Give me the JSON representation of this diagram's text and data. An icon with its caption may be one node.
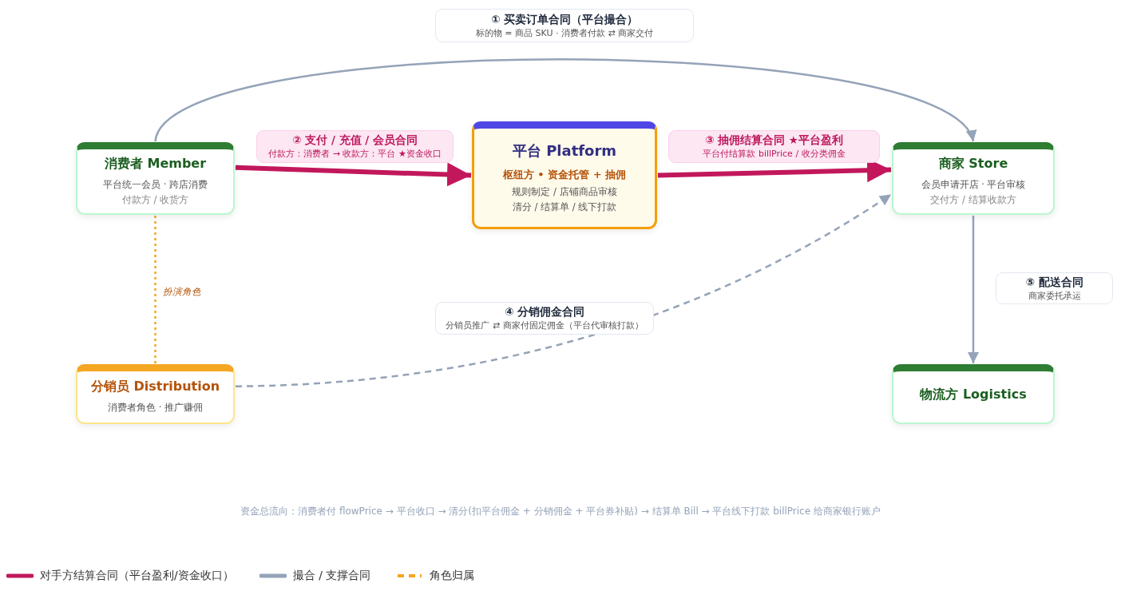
{
  "diagram": {
    "nodes": [
      {
        "text": [
          "消费者 Member",
          "平台统一会员 · 跨店消费",
          "付款方 / 收货方"
        ]
      },
      {
        "text": [
          "平台 Platform",
          "枢纽方 • 资金托管 + 抽佣",
          "规则制定 / 店铺商品审核",
          "清分 / 结算单 / 线下打款"
        ]
      },
      {
        "text": [
          "商家 Store",
          "会员申请开店 · 平台审核",
          "交付方 / 结算收款方"
        ]
      },
      {
        "text": [
          "分销员 Distribution",
          "消费者角色 · 推广赚佣"
        ]
      },
      {
        "text": [
          "物流方 Logistics"
        ]
      }
    ],
    "edges": [
      {
        "from": 0,
        "to": 2,
        "arrow": "to",
        "label": "① 买卖订单合同（平台撮合）"
      },
      {
        "from": 0,
        "to": 1,
        "arrow": "to",
        "label": "② 支付 / 充值 / 会员合同",
        "style": "thick",
        "color": "#c2185b"
      },
      {
        "from": 1,
        "to": 2,
        "arrow": "to",
        "label": "③ 抽佣结算合同 ★平台盈利",
        "style": "thick",
        "color": "#c2185b"
      },
      {
        "from": 3,
        "to": 2,
        "arrow": "to",
        "label": "④ 分销佣金合同",
        "style": "dashed"
      },
      {
        "from": 2,
        "to": 4,
        "arrow": "to",
        "label": "⑤ 配送合同"
      },
      {
        "from": 0,
        "to": 3,
        "arrow": "none",
        "label": "扮演角色",
        "style": "dashed",
        "color": "#f5a623"
      }
    ],
    "labels": [
      "标的物 = 商品 SKU · 消费者付款 ⇄ 商家交付",
      "付款方：消费者 → 收款方：平台 ★资金收口",
      "平台付结算款 billPrice / 收分类佣金",
      "分销员推广 ⇄ 商家付固定佣金（平台代审核打款）",
      "商家委托承运",
      "资金总流向：消费者付 flowPrice → 平台收口 → 清分(扣平台佣金 + 分销佣金 + 平台券补贴) → 结算单 Bill → 平台线下打款 billPrice 给商家银行账户"
    ],
    "legend": [
      {
        "text": "对手方结算合同（平台盈利/资金收口）"
      },
      {
        "text": "撮合 / 支撑合同"
      },
      {
        "text": "角色归属"
      }
    ]
  }
}
